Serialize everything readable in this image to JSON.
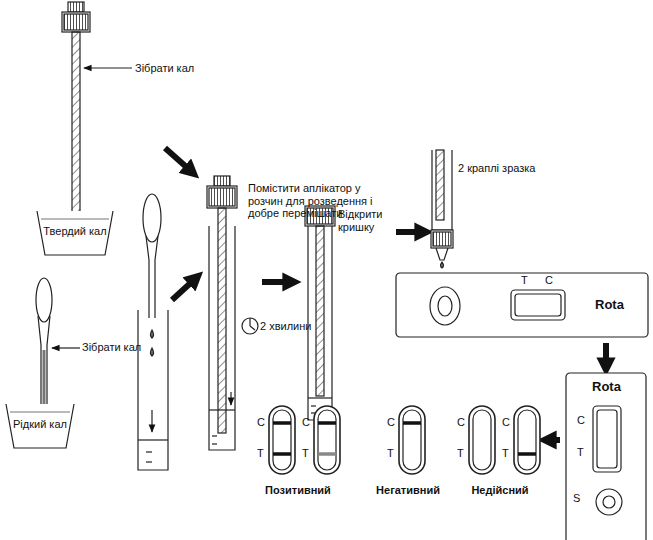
{
  "diagram": {
    "nodes": [
      {
        "text": [
          "Твердий кал"
        ]
      },
      {
        "text": [
          "Рідкий кал"
        ]
      },
      {
        "text": [
          "T",
          "C",
          "Rota"
        ]
      },
      {
        "text": [
          "Rota",
          "C",
          "T",
          "S"
        ]
      },
      {
        "text": [
          "C",
          "T"
        ]
      },
      {
        "text": [
          "C",
          "T"
        ]
      },
      {
        "text": [
          "C",
          "T"
        ]
      },
      {
        "text": [
          "C",
          "T"
        ]
      },
      {
        "text": [
          "C",
          "T"
        ]
      }
    ],
    "edges": [
      {
        "from": 2,
        "to": 3,
        "arrow": "to"
      },
      {
        "from": 3,
        "to": 8,
        "arrow": "to"
      }
    ],
    "labels": [
      "Зібрати кал",
      "Зібрати кал",
      "Помістити аплікатор у розчин для розведення і добре перемішати",
      "2 хвилини",
      "Відкрити кришку",
      "2 краплі зразка",
      "Позитивний",
      "Негативний",
      "Недійсний"
    ]
  }
}
